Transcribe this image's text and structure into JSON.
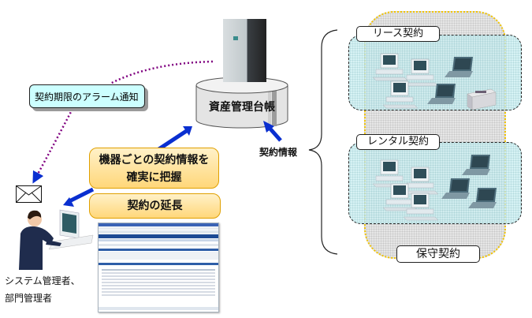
{
  "diagram": {
    "central_db": {
      "label": "資産管理台帳",
      "icon": "database-icon"
    },
    "server": {
      "icon": "server-tower-icon"
    },
    "alarm_callout": {
      "label": "契約期限のアラーム通知"
    },
    "benefit_boxes": [
      {
        "line1": "機器ごとの契約情報を",
        "line2": "確実に把握"
      },
      {
        "label": "契約の延長"
      }
    ],
    "contract_info_label": "契約情報",
    "admin": {
      "line1": "システム管理者、",
      "line2": "部門管理者",
      "icon": "person-at-computer-icon"
    },
    "notification_icon": "envelope-icon",
    "screenshot_icon": "app-screenshot-thumbnail",
    "contract_groups": [
      {
        "label": "リース契約",
        "devices": [
          "desktop-pc",
          "desktop-pc",
          "desktop-pc",
          "laptop",
          "laptop",
          "printer"
        ]
      },
      {
        "label": "レンタル契約",
        "devices": [
          "desktop-pc",
          "desktop-pc",
          "desktop-pc",
          "desktop-pc",
          "laptop",
          "laptop",
          "laptop"
        ]
      }
    ],
    "maintenance_label": "保守契約",
    "colors": {
      "arrow_blue": "#0a2fd0",
      "dotted_purple": "#800080",
      "alarm_fill": "#ccffff",
      "orange_fill": "#ffd77a",
      "maintenance_border": "#f2c400",
      "group_fill": "#c8eef0"
    }
  }
}
